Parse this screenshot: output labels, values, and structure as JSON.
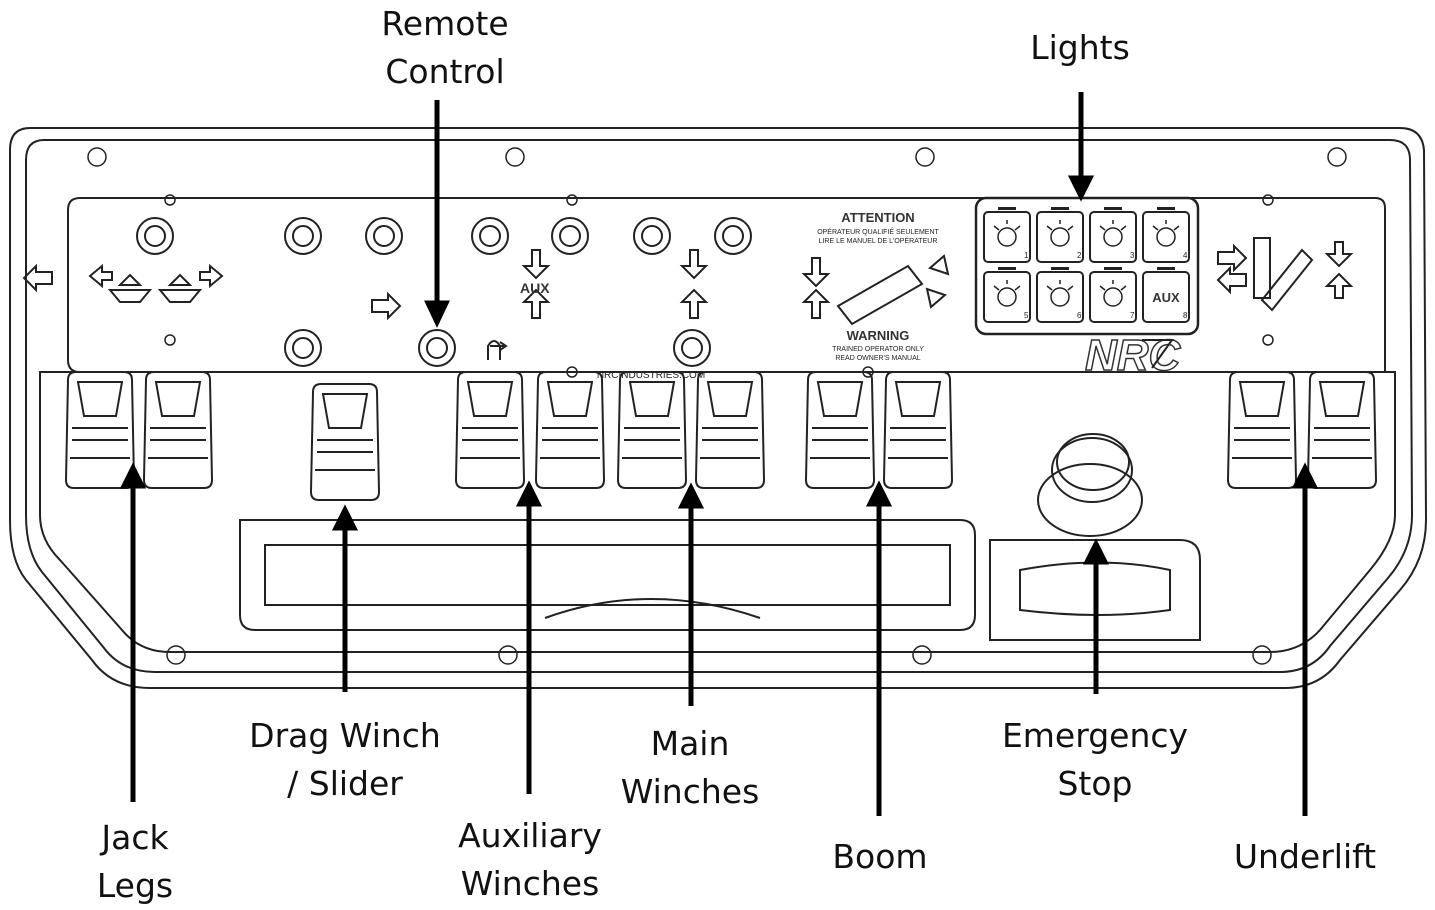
{
  "callouts": {
    "remote_control": [
      "Remote",
      "Control"
    ],
    "lights": [
      "Lights"
    ],
    "drag_winch": [
      "Drag Winch",
      "/ Slider"
    ],
    "main_winches": [
      "Main",
      "Winches"
    ],
    "emergency_stop": [
      "Emergency",
      "Stop"
    ],
    "jack_legs": [
      "Jack",
      "Legs"
    ],
    "auxiliary_winches": [
      "Auxiliary",
      "Winches"
    ],
    "boom": [
      "Boom"
    ],
    "underlift": [
      "Underlift"
    ]
  },
  "panel": {
    "attention_title": "ATTENTION",
    "attention_line1": "OPÉRATEUR QUALIFIÉ SEULEMENT",
    "attention_line2": "LIRE LE MANUEL DE L'OPÉRATEUR",
    "warning_title": "WARNING",
    "warning_line1": "TRAINED OPERATOR ONLY",
    "warning_line2": "READ OWNER'S MANUAL",
    "website": "NRCINDUSTRIES.COM",
    "aux_label": "AUX",
    "brand_logo": "NRC"
  },
  "light_buttons": [
    {
      "num": "1",
      "icon": "work-light-icon"
    },
    {
      "num": "2",
      "icon": "beacon-icon"
    },
    {
      "num": "3",
      "icon": "beacon-alt-icon"
    },
    {
      "num": "4",
      "icon": "flood-light-icon"
    },
    {
      "num": "5",
      "icon": "spot-light-icon"
    },
    {
      "num": "6",
      "icon": "headlight-icon"
    },
    {
      "num": "7",
      "icon": "strobe-icon"
    },
    {
      "num": "8",
      "label": "AUX"
    }
  ],
  "colors": {
    "ink": "#222222",
    "background": "#ffffff"
  }
}
